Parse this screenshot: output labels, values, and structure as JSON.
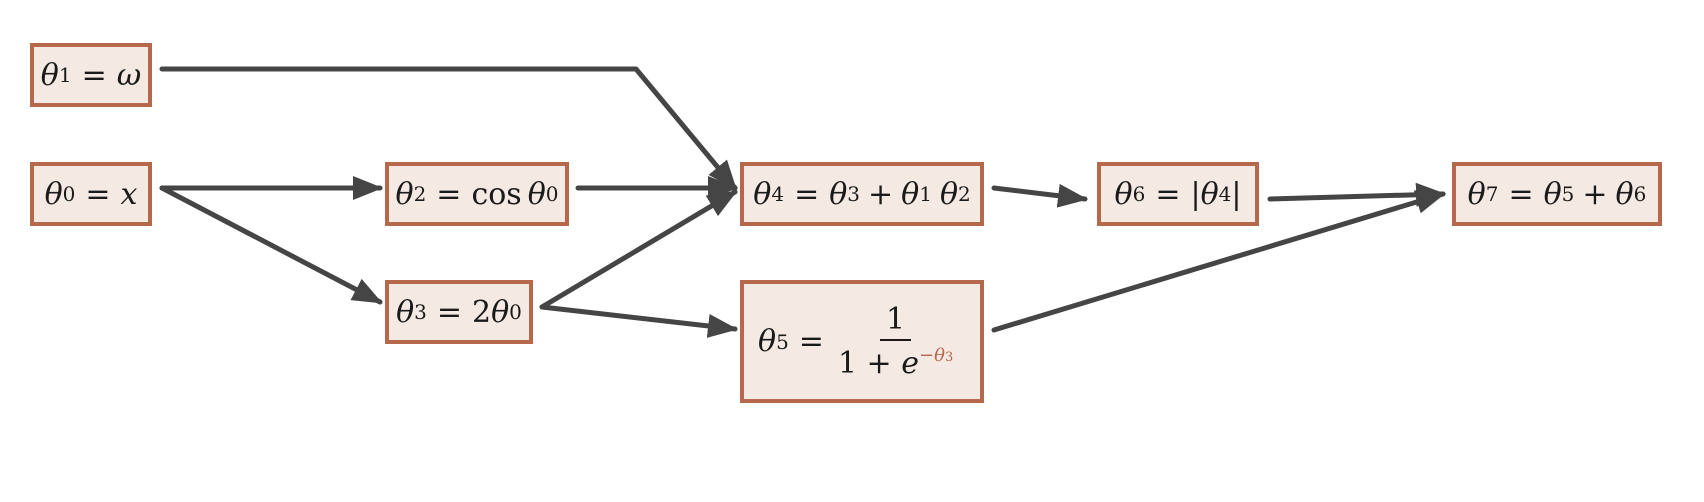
{
  "nodes": {
    "n1": {
      "lhs": "θ",
      "lhs_sub": "1",
      "eq": "=",
      "rhs": "ω"
    },
    "n0": {
      "lhs": "θ",
      "lhs_sub": "0",
      "eq": "=",
      "rhs": "x"
    },
    "n2": {
      "lhs": "θ",
      "lhs_sub": "2",
      "eq": "=",
      "fn": "cos",
      "rhs": "θ",
      "rhs_sub": "0"
    },
    "n3": {
      "lhs": "θ",
      "lhs_sub": "3",
      "eq": "=",
      "coef": "2",
      "rhs": "θ",
      "rhs_sub": "0"
    },
    "n4": {
      "lhs": "θ",
      "lhs_sub": "4",
      "eq": "=",
      "a": "θ",
      "a_sub": "3",
      "plus": "+",
      "b": "θ",
      "b_sub": "1",
      "c": "θ",
      "c_sub": "2"
    },
    "n5": {
      "lhs": "θ",
      "lhs_sub": "5",
      "eq": "=",
      "num": "1",
      "den_a": "1 + ",
      "den_e": "e",
      "sup_minus": "−",
      "sup_theta": "θ",
      "sup_sub": "3"
    },
    "n6": {
      "lhs": "θ",
      "lhs_sub": "6",
      "eq": "=",
      "bar_l": "|",
      "inner": "θ",
      "inner_sub": "4",
      "bar_r": "|"
    },
    "n7": {
      "lhs": "θ",
      "lhs_sub": "7",
      "eq": "=",
      "a": "θ",
      "a_sub": "5",
      "plus": "+",
      "b": "θ",
      "b_sub": "6"
    }
  },
  "colors": {
    "node_fill": "#f5e9e3",
    "node_border": "#b5694a",
    "edge": "#454545"
  }
}
